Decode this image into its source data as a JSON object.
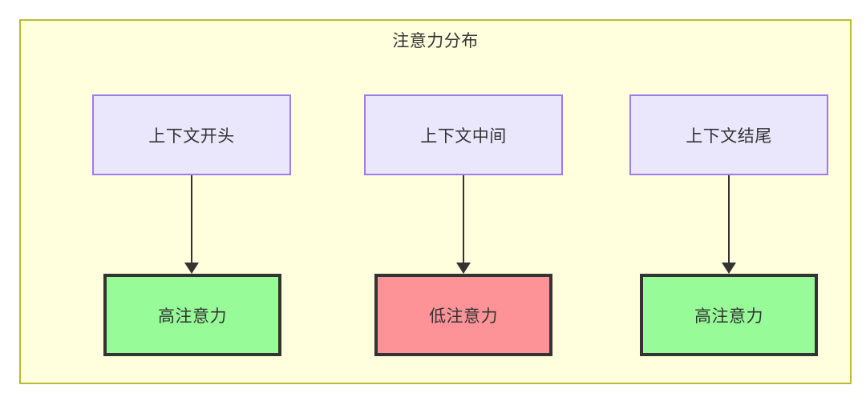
{
  "diagram": {
    "title": "注意力分布",
    "background_color": "#ffffdd",
    "border_color": "#bbbb33",
    "type": "flowchart",
    "columns": [
      {
        "source": {
          "label": "上下文开头",
          "fill": "#eae7fd",
          "stroke": "#9f7ae8"
        },
        "target": {
          "label": "高注意力",
          "fill": "#97fb98",
          "stroke": "#333333"
        }
      },
      {
        "source": {
          "label": "上下文中间",
          "fill": "#eae7fd",
          "stroke": "#9f7ae8"
        },
        "target": {
          "label": "低注意力",
          "fill": "#fd9397",
          "stroke": "#333333"
        }
      },
      {
        "source": {
          "label": "上下文结尾",
          "fill": "#eae7fd",
          "stroke": "#9f7ae8"
        },
        "target": {
          "label": "高注意力",
          "fill": "#97fb98",
          "stroke": "#333333"
        }
      }
    ]
  }
}
